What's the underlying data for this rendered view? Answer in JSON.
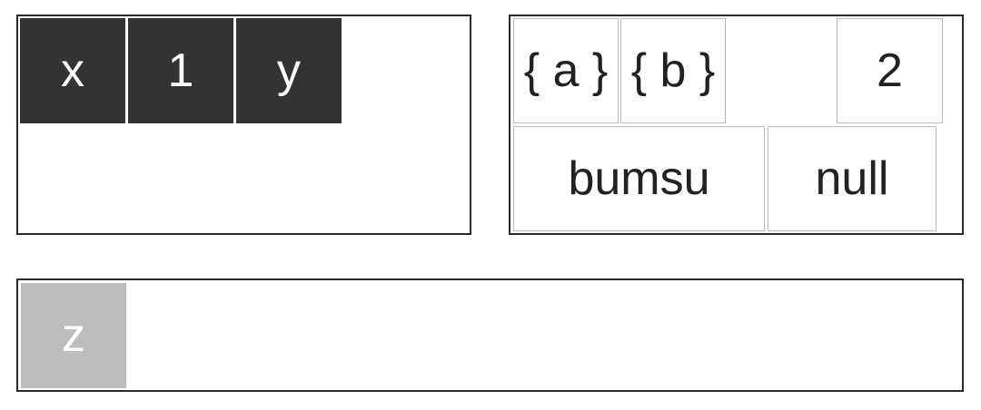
{
  "top_left_panel": {
    "tiles": [
      "x",
      "1",
      "y"
    ]
  },
  "top_right_panel": {
    "row1": [
      "{ a }",
      "{ b }",
      "2"
    ],
    "row2": [
      "bumsu",
      "null"
    ]
  },
  "bottom_panel": {
    "tiles": [
      "z"
    ]
  }
}
